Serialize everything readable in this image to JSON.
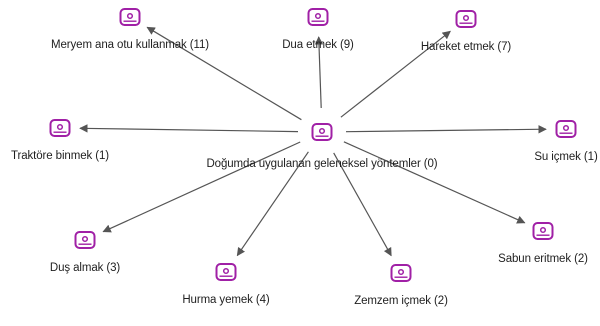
{
  "colors": {
    "icon": "#a020a6",
    "edge": "#555555"
  },
  "icon_name": "code-tag-icon",
  "center": {
    "id": "center",
    "label": "Doğumda uygulanan geleneksel yöntemler (0)"
  },
  "nodes": [
    {
      "id": "meryem",
      "label": "Meryem ana otu kullanmak (11)"
    },
    {
      "id": "dua",
      "label": "Dua etmek (9)"
    },
    {
      "id": "hareket",
      "label": "Hareket etmek (7)"
    },
    {
      "id": "traktor",
      "label": "Traktöre binmek (1)"
    },
    {
      "id": "su",
      "label": "Su içmek (1)"
    },
    {
      "id": "dus",
      "label": "Duş almak (3)"
    },
    {
      "id": "hurma",
      "label": "Hurma yemek (4)"
    },
    {
      "id": "zemzem",
      "label": "Zemzem içmek (2)"
    },
    {
      "id": "sabun",
      "label": "Sabun eritmek (2)"
    }
  ]
}
